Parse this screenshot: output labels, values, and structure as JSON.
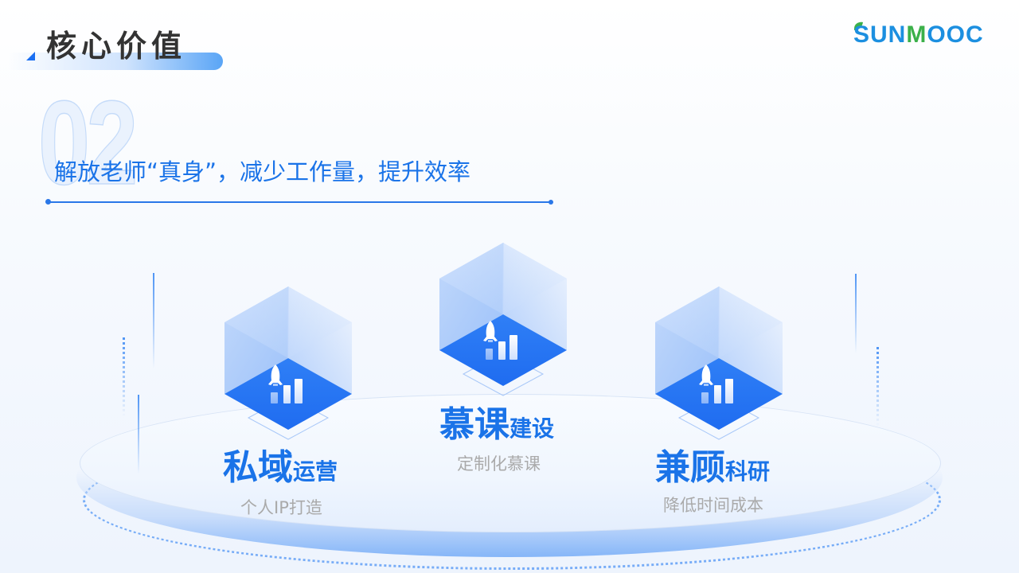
{
  "header": {
    "title": "核心价值",
    "logo_text_prefix": "SUN",
    "logo_text_m": "M",
    "logo_text_suffix": "OOC"
  },
  "section": {
    "number": "02",
    "subtitle": "解放老师“真身”，减少工作量，提升效率"
  },
  "colors": {
    "accent": "#1a73e8",
    "title_text": "#333333",
    "sub_label": "#aaaaaa",
    "cube_floor": "#2a7af4"
  },
  "features": [
    {
      "icon": "rocket-chart-icon",
      "main": "私域",
      "small": "运营",
      "sub": "个人IP打造"
    },
    {
      "icon": "rocket-chart-icon",
      "main": "慕课",
      "small": "建设",
      "sub": "定制化慕课"
    },
    {
      "icon": "rocket-chart-icon",
      "main": "兼顾",
      "small": "科研",
      "sub": "降低时间成本"
    }
  ]
}
